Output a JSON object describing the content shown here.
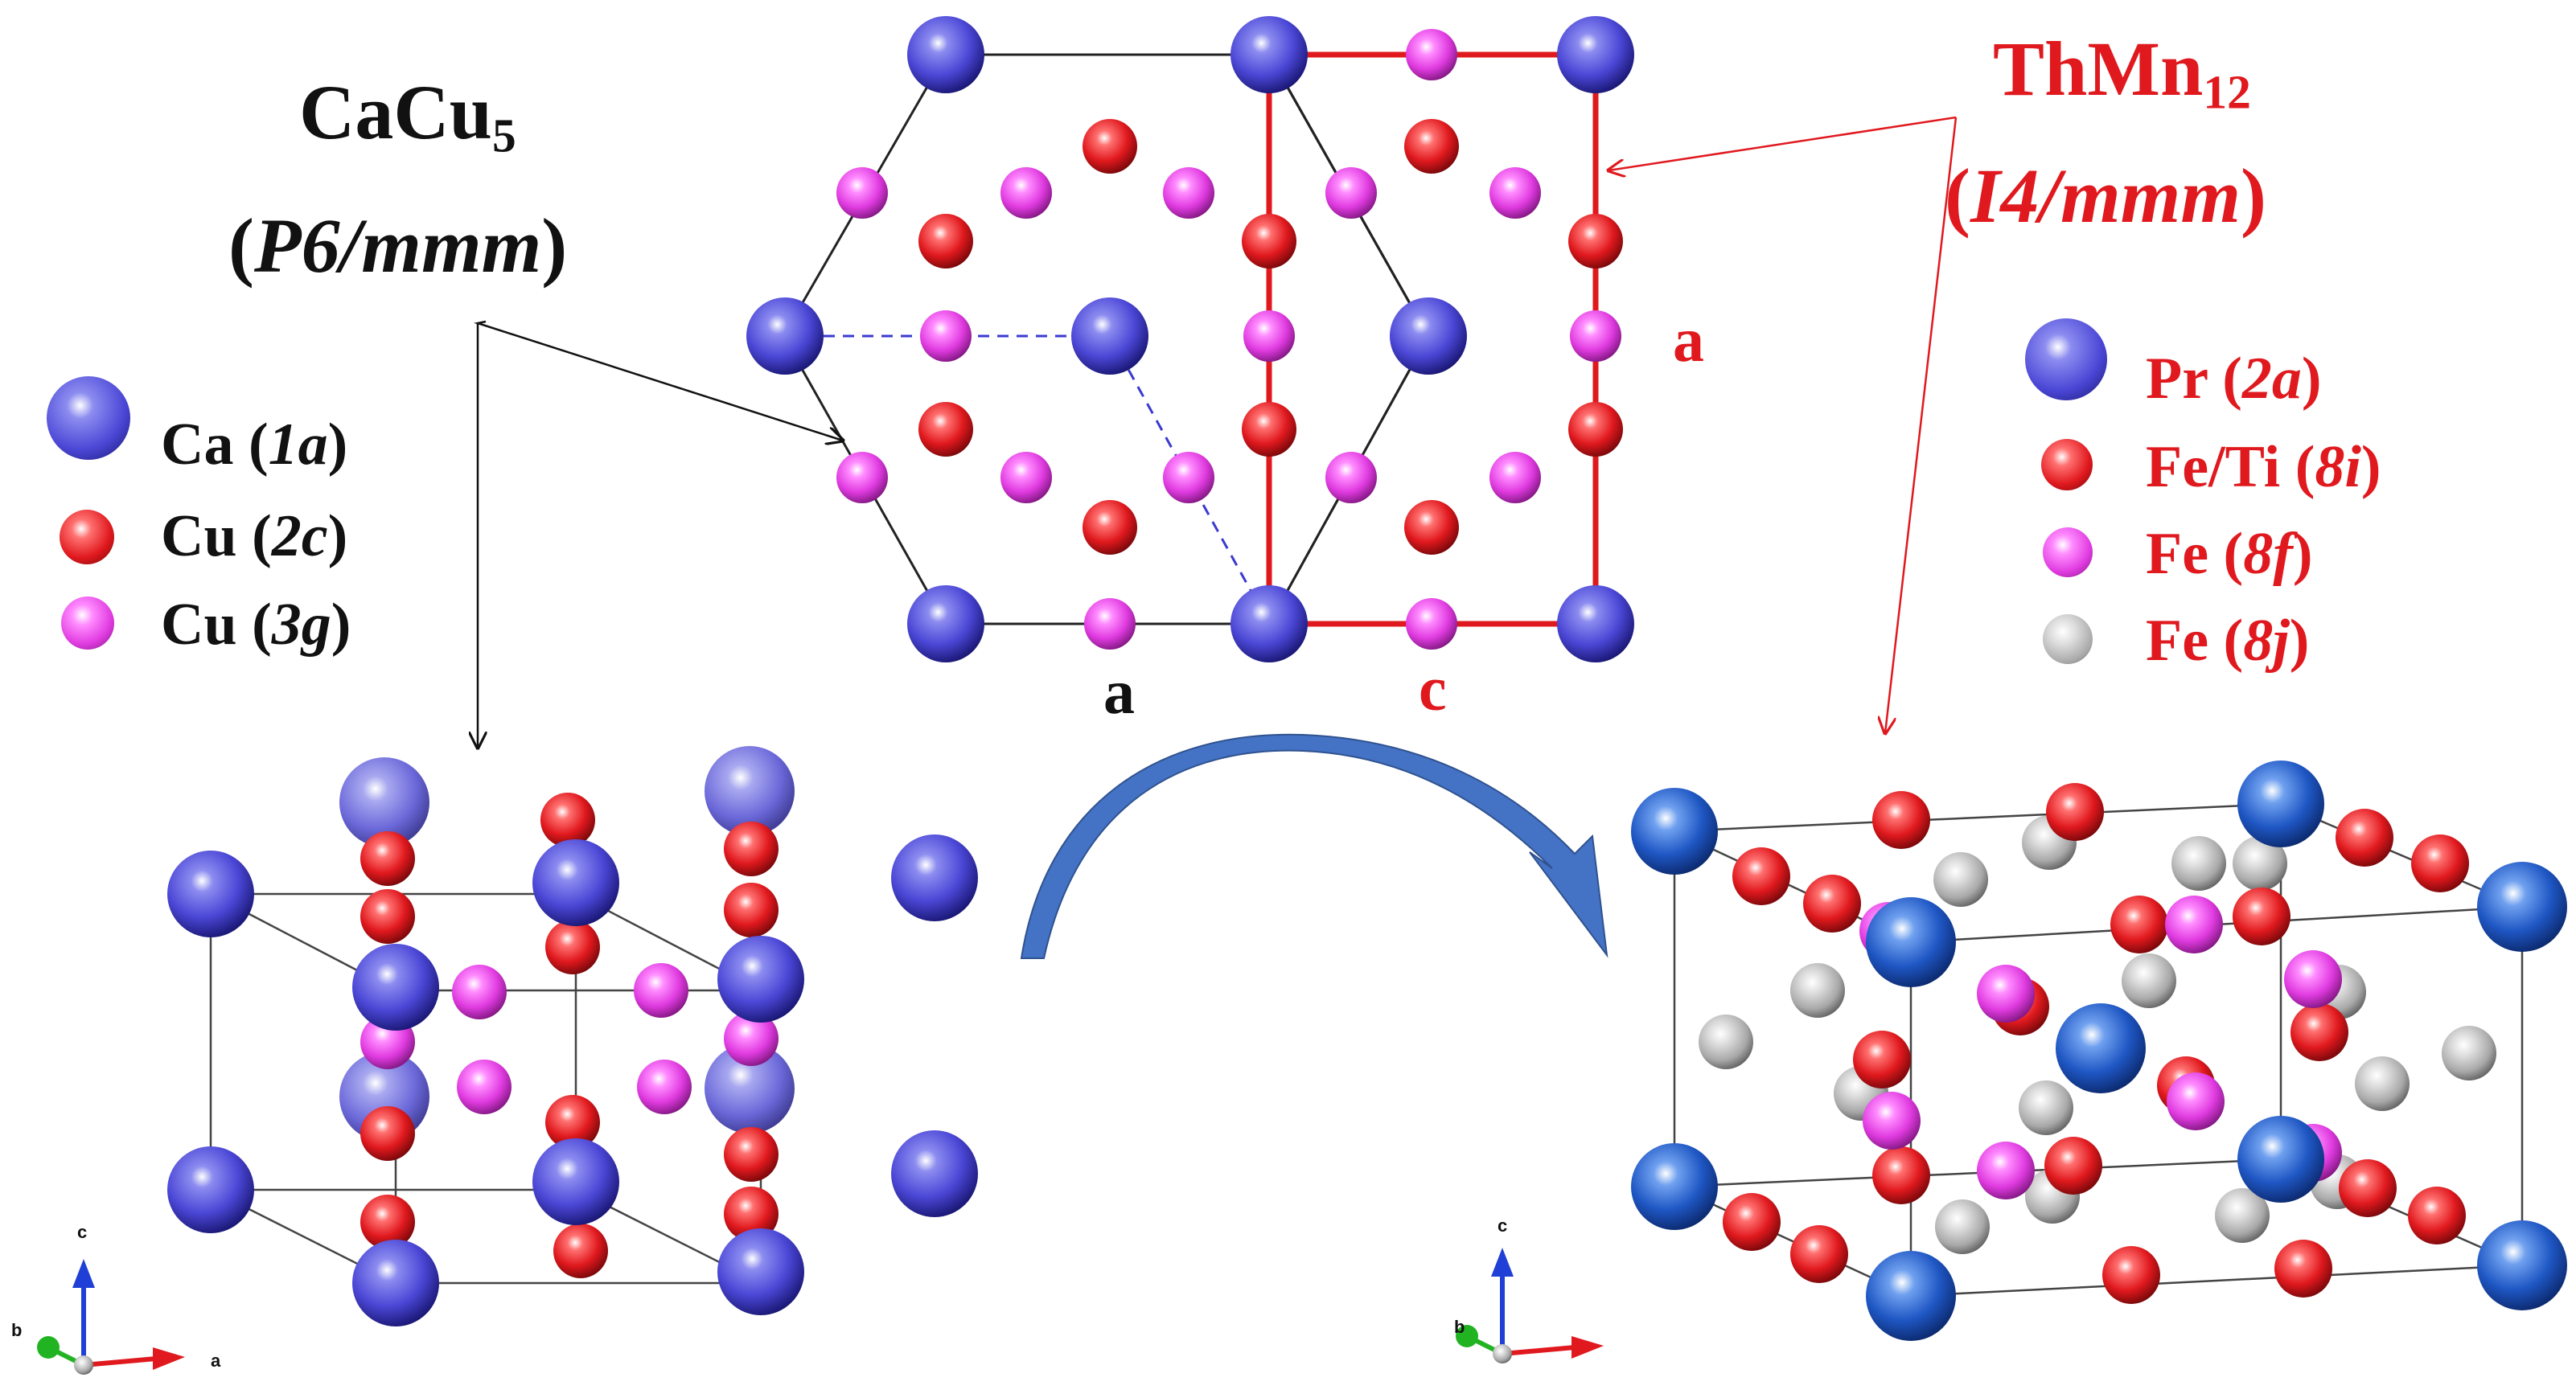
{
  "left_structure": {
    "formula_base": "CaCu",
    "formula_sub": "5",
    "space_group": "P6/mmm",
    "legend": [
      {
        "element": "Ca",
        "site": "1a",
        "color": "#4b47d6"
      },
      {
        "element": "Cu",
        "site": "2c",
        "color": "#e0191e"
      },
      {
        "element": "Cu",
        "site": "3g",
        "color": "#e03be0"
      }
    ]
  },
  "right_structure": {
    "formula_base": "ThMn",
    "formula_sub": "12",
    "space_group": "I4/mmm",
    "legend": [
      {
        "element": "Pr",
        "site": "2a",
        "color": "#3c3cc8"
      },
      {
        "element": "Fe/Ti",
        "site": "8i",
        "color": "#e0191e"
      },
      {
        "element": "Fe",
        "site": "8f",
        "color": "#e03be0"
      },
      {
        "element": "Fe",
        "site": "8j",
        "color": "#a8a8a8"
      }
    ]
  },
  "projection_axes": {
    "black_label": "a",
    "red_bottom_label": "c",
    "red_side_label": "a"
  },
  "triad_labels": {
    "up": "c",
    "side": "b",
    "right": "a"
  },
  "colors": {
    "text_black": "#111111",
    "text_red": "#e0191e",
    "ca": "#4b47d6",
    "pr": "#1a4fb8",
    "cu_fe": "#e0191e",
    "magenta": "#e03be0",
    "grey": "#a8a8a8",
    "arrow": "#3f6fbf"
  }
}
